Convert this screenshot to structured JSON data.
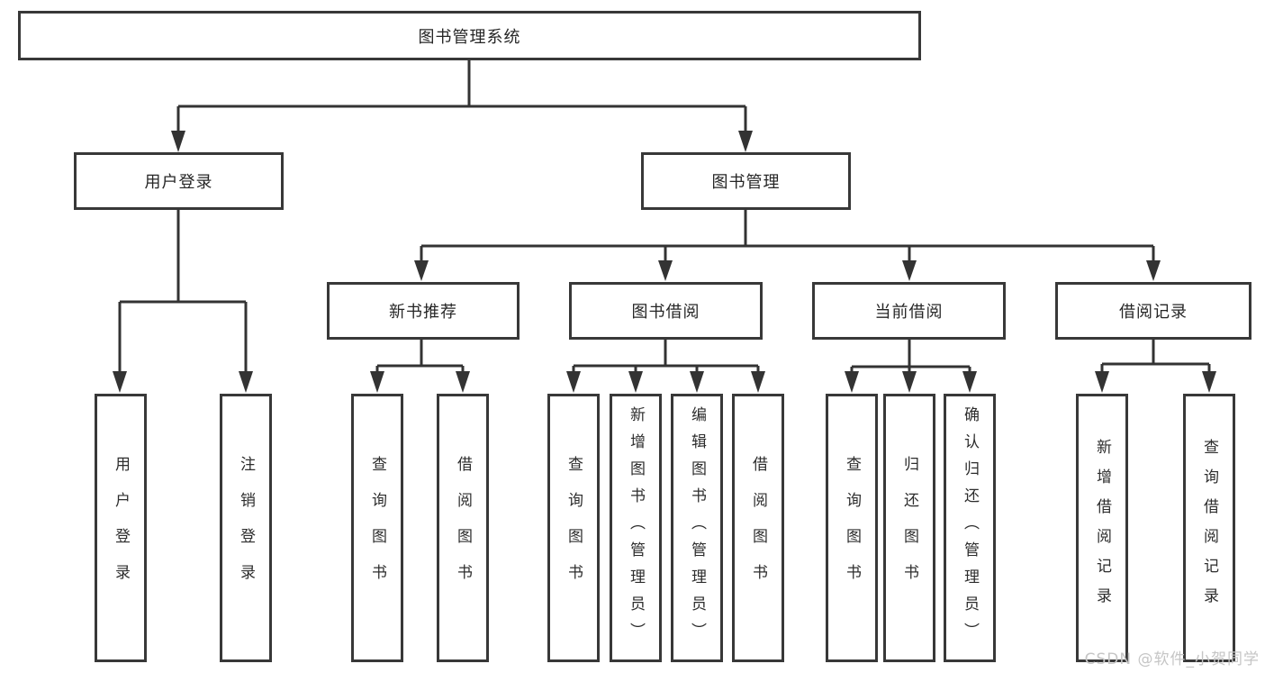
{
  "diagram": {
    "root": "图书管理系统",
    "level2": {
      "login": "用户登录",
      "management": "图书管理"
    },
    "level3": {
      "new_book_rec": "新书推荐",
      "book_borrow": "图书借阅",
      "current_borrow": "当前借阅",
      "borrow_records": "借阅记录"
    },
    "leaves": {
      "login": [
        "用户登录",
        "注销登录"
      ],
      "new_book_rec": [
        "查询图书",
        "借阅图书"
      ],
      "book_borrow": [
        "查询图书",
        "新增图书（管理员）",
        "编辑图书（管理员）",
        "借阅图书"
      ],
      "current_borrow": [
        "查询图书",
        "归还图书",
        "确认归还（管理员）"
      ],
      "borrow_records": [
        "新增借阅记录",
        "查询借阅记录"
      ]
    },
    "colors": {
      "line": "#333333",
      "box_border": "#383838",
      "box_fill": "#ffffff",
      "text": "#262626",
      "watermark": "#c5c5c5"
    }
  },
  "watermark": "CSDN @软件_小贺同学"
}
